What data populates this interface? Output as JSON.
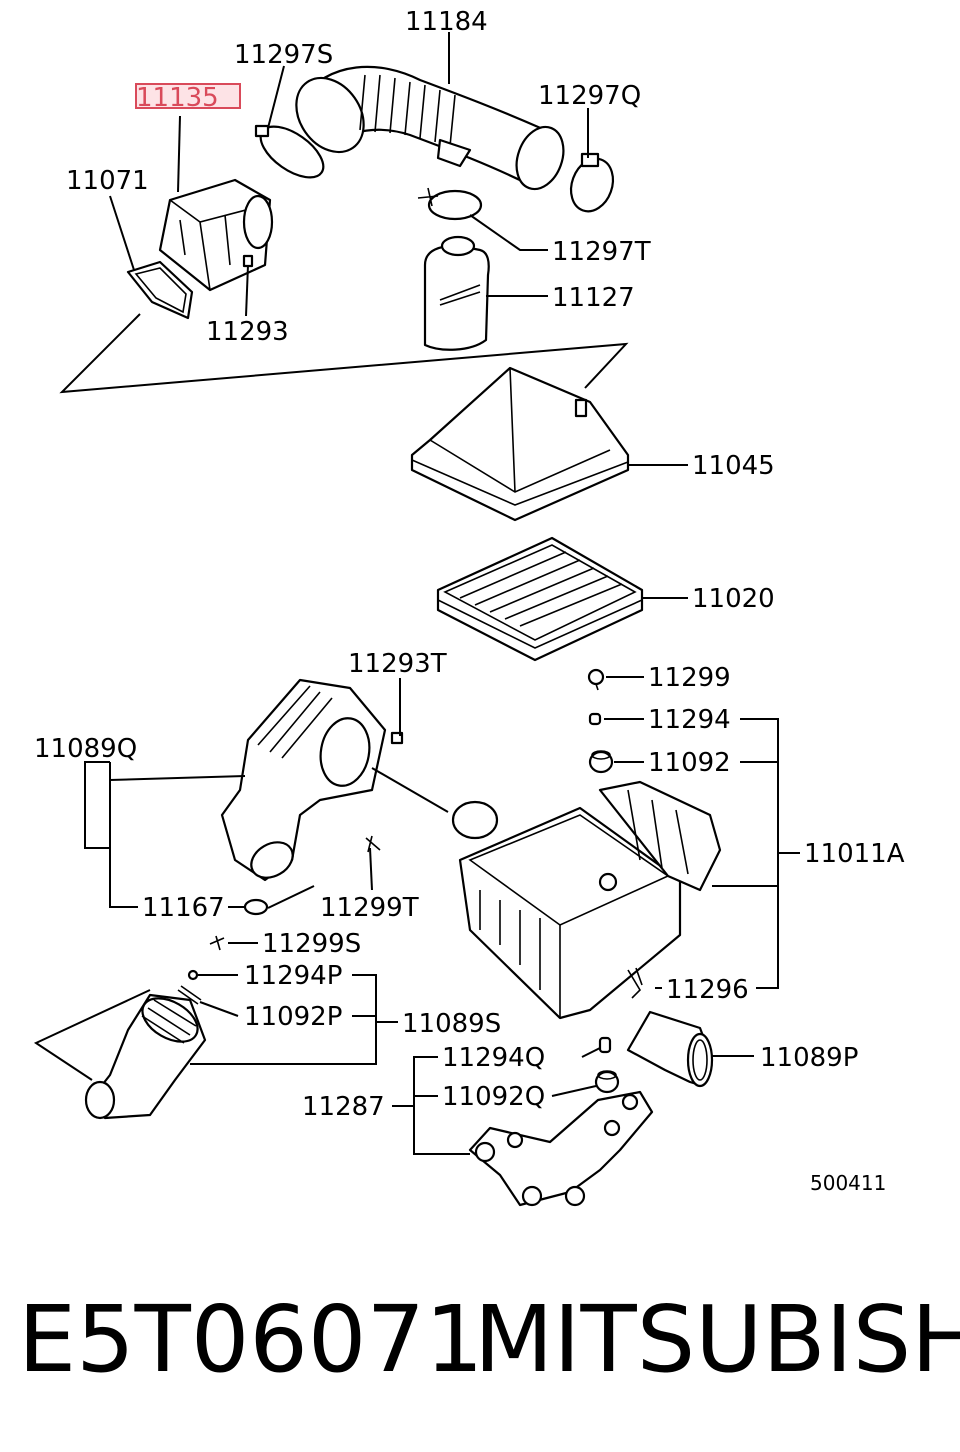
{
  "labels": {
    "p11184": "11184",
    "p11297S": "11297S",
    "p11135": "11135",
    "p11297Q": "11297Q",
    "p11071": "11071",
    "p11297T": "11297T",
    "p11127": "11127",
    "p11293": "11293",
    "p11045": "11045",
    "p11020": "11020",
    "p11293T": "11293T",
    "p11299": "11299",
    "p11294": "11294",
    "p11092": "11092",
    "p11089Q": "11089Q",
    "p11011A": "11011A",
    "p11167": "11167",
    "p11299T": "11299T",
    "p11299S": "11299S",
    "p11294P": "11294P",
    "p11296": "11296",
    "p11092P": "11092P",
    "p11089S": "11089S",
    "p11294Q": "11294Q",
    "p11089P": "11089P",
    "p11287": "11287",
    "p11092Q": "11092Q"
  },
  "diagram_code": "500411",
  "highlight": {
    "part": "11135",
    "color": "#d94a5a",
    "fill": "#fde3e6"
  },
  "footer": {
    "part_number": "E5T06071",
    "brand": "MITSUBISHI"
  }
}
